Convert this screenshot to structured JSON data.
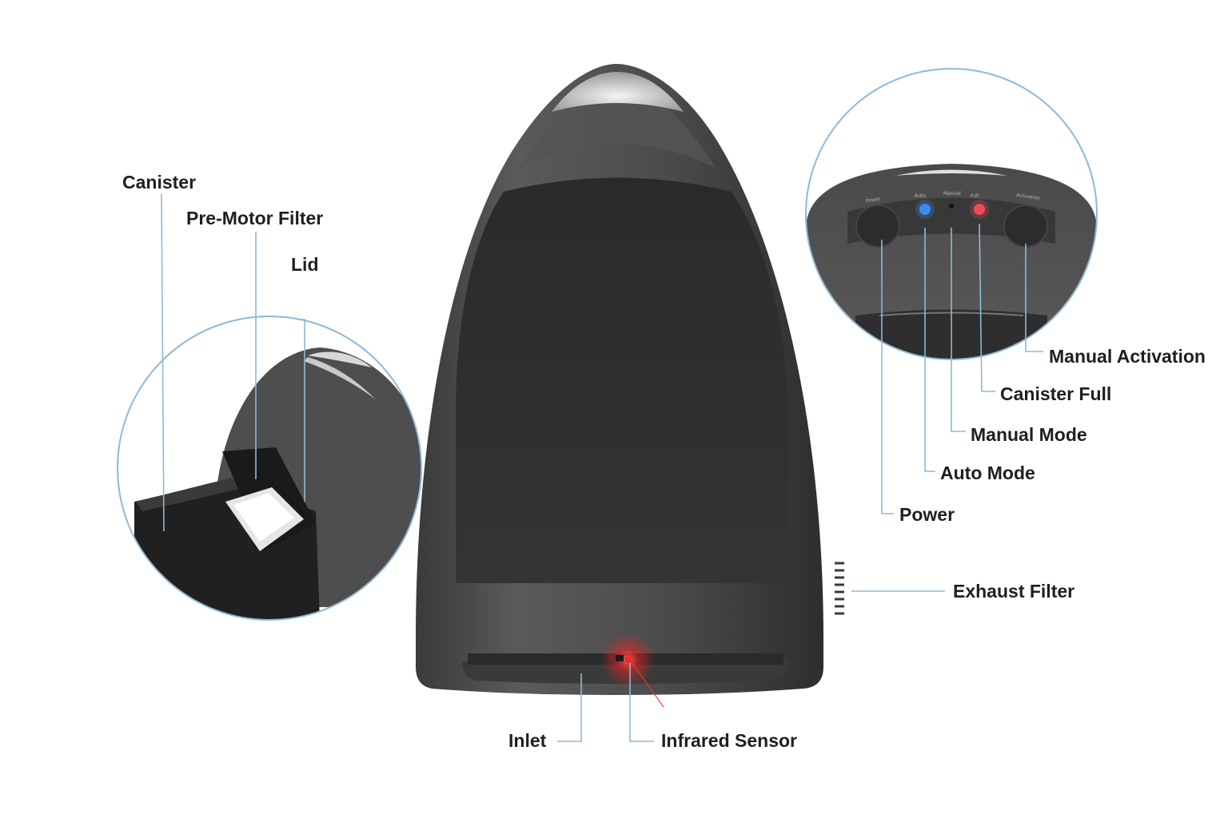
{
  "labels": {
    "canister": "Canister",
    "pre_motor_filter": "Pre-Motor Filter",
    "lid": "Lid",
    "manual_activation": "Manual Activation",
    "canister_full": "Canister Full",
    "manual_mode": "Manual Mode",
    "auto_mode": "Auto Mode",
    "power": "Power",
    "exhaust_filter": "Exhaust Filter",
    "inlet": "Inlet",
    "infrared_sensor": "Infrared Sensor"
  },
  "panel_text": {
    "power": "Power",
    "auto": "Auto",
    "manual": "Manual",
    "full": "Full",
    "activation": "Activation"
  },
  "colors": {
    "body": "#4a4a4a",
    "panel": "#2e2e2e",
    "leader_line": "#8fb8d6",
    "indicator_blue": "#3a8df0",
    "indicator_red": "#f04a5a",
    "sensor_red": "#ff2020"
  }
}
